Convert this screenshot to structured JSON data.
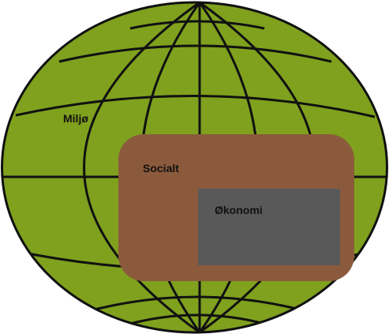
{
  "diagram": {
    "outer_label": "Miljø",
    "middle_label": "Socialt",
    "inner_label": "Økonomi"
  },
  "colors": {
    "globe_fill": "#7fa11e",
    "grid_lines": "#111111",
    "social_fill": "#8b5a3c",
    "economy_fill": "#595959"
  },
  "icons": [
    "globe-icon"
  ]
}
